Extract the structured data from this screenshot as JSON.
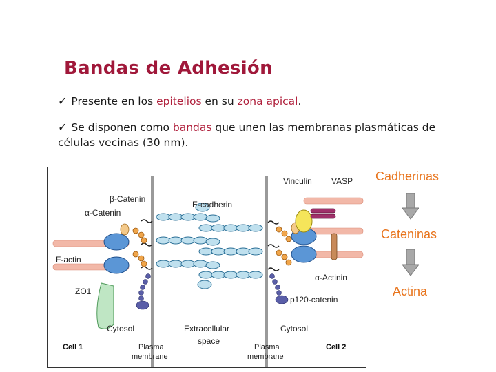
{
  "title": "Bandas de Adhesión",
  "bullet1": {
    "check": "✓",
    "text_a": "Presente en los ",
    "hl_a": "epitelios",
    "text_b": " en su ",
    "hl_b": "zona apical",
    "text_c": "."
  },
  "bullet2": {
    "check": "✓",
    "text_a": "Se disponen como ",
    "hl_a": "bandas",
    "text_b": " que unen las membranas plasmáticas de células vecinas (30 nm)."
  },
  "figure": {
    "labels": {
      "beta_catenin": "β-Catenin",
      "alpha_catenin": "α-Catenin",
      "e_cadherin": "E-cadherin",
      "vinculin": "Vinculin",
      "vasp": "VASP",
      "f_actin": "F-actin",
      "zo1": "ZO1",
      "alpha_actinin": "α-Actinin",
      "p120": "p120-catenin",
      "cytosol_left": "Cytosol",
      "extracellular_1": "Extracellular",
      "extracellular_2": "space",
      "cytosol_right": "Cytosol",
      "cell1": "Cell 1",
      "pm_left_1": "Plasma",
      "pm_left_2": "membrane",
      "pm_right_1": "Plasma",
      "pm_right_2": "membrane",
      "cell2": "Cell 2"
    }
  },
  "sequence": [
    "Cadherinas",
    "Cateninas",
    "Actina"
  ],
  "colors": {
    "title": "#a0183a",
    "highlight": "#b0203c",
    "sequence": "#e8741c"
  }
}
